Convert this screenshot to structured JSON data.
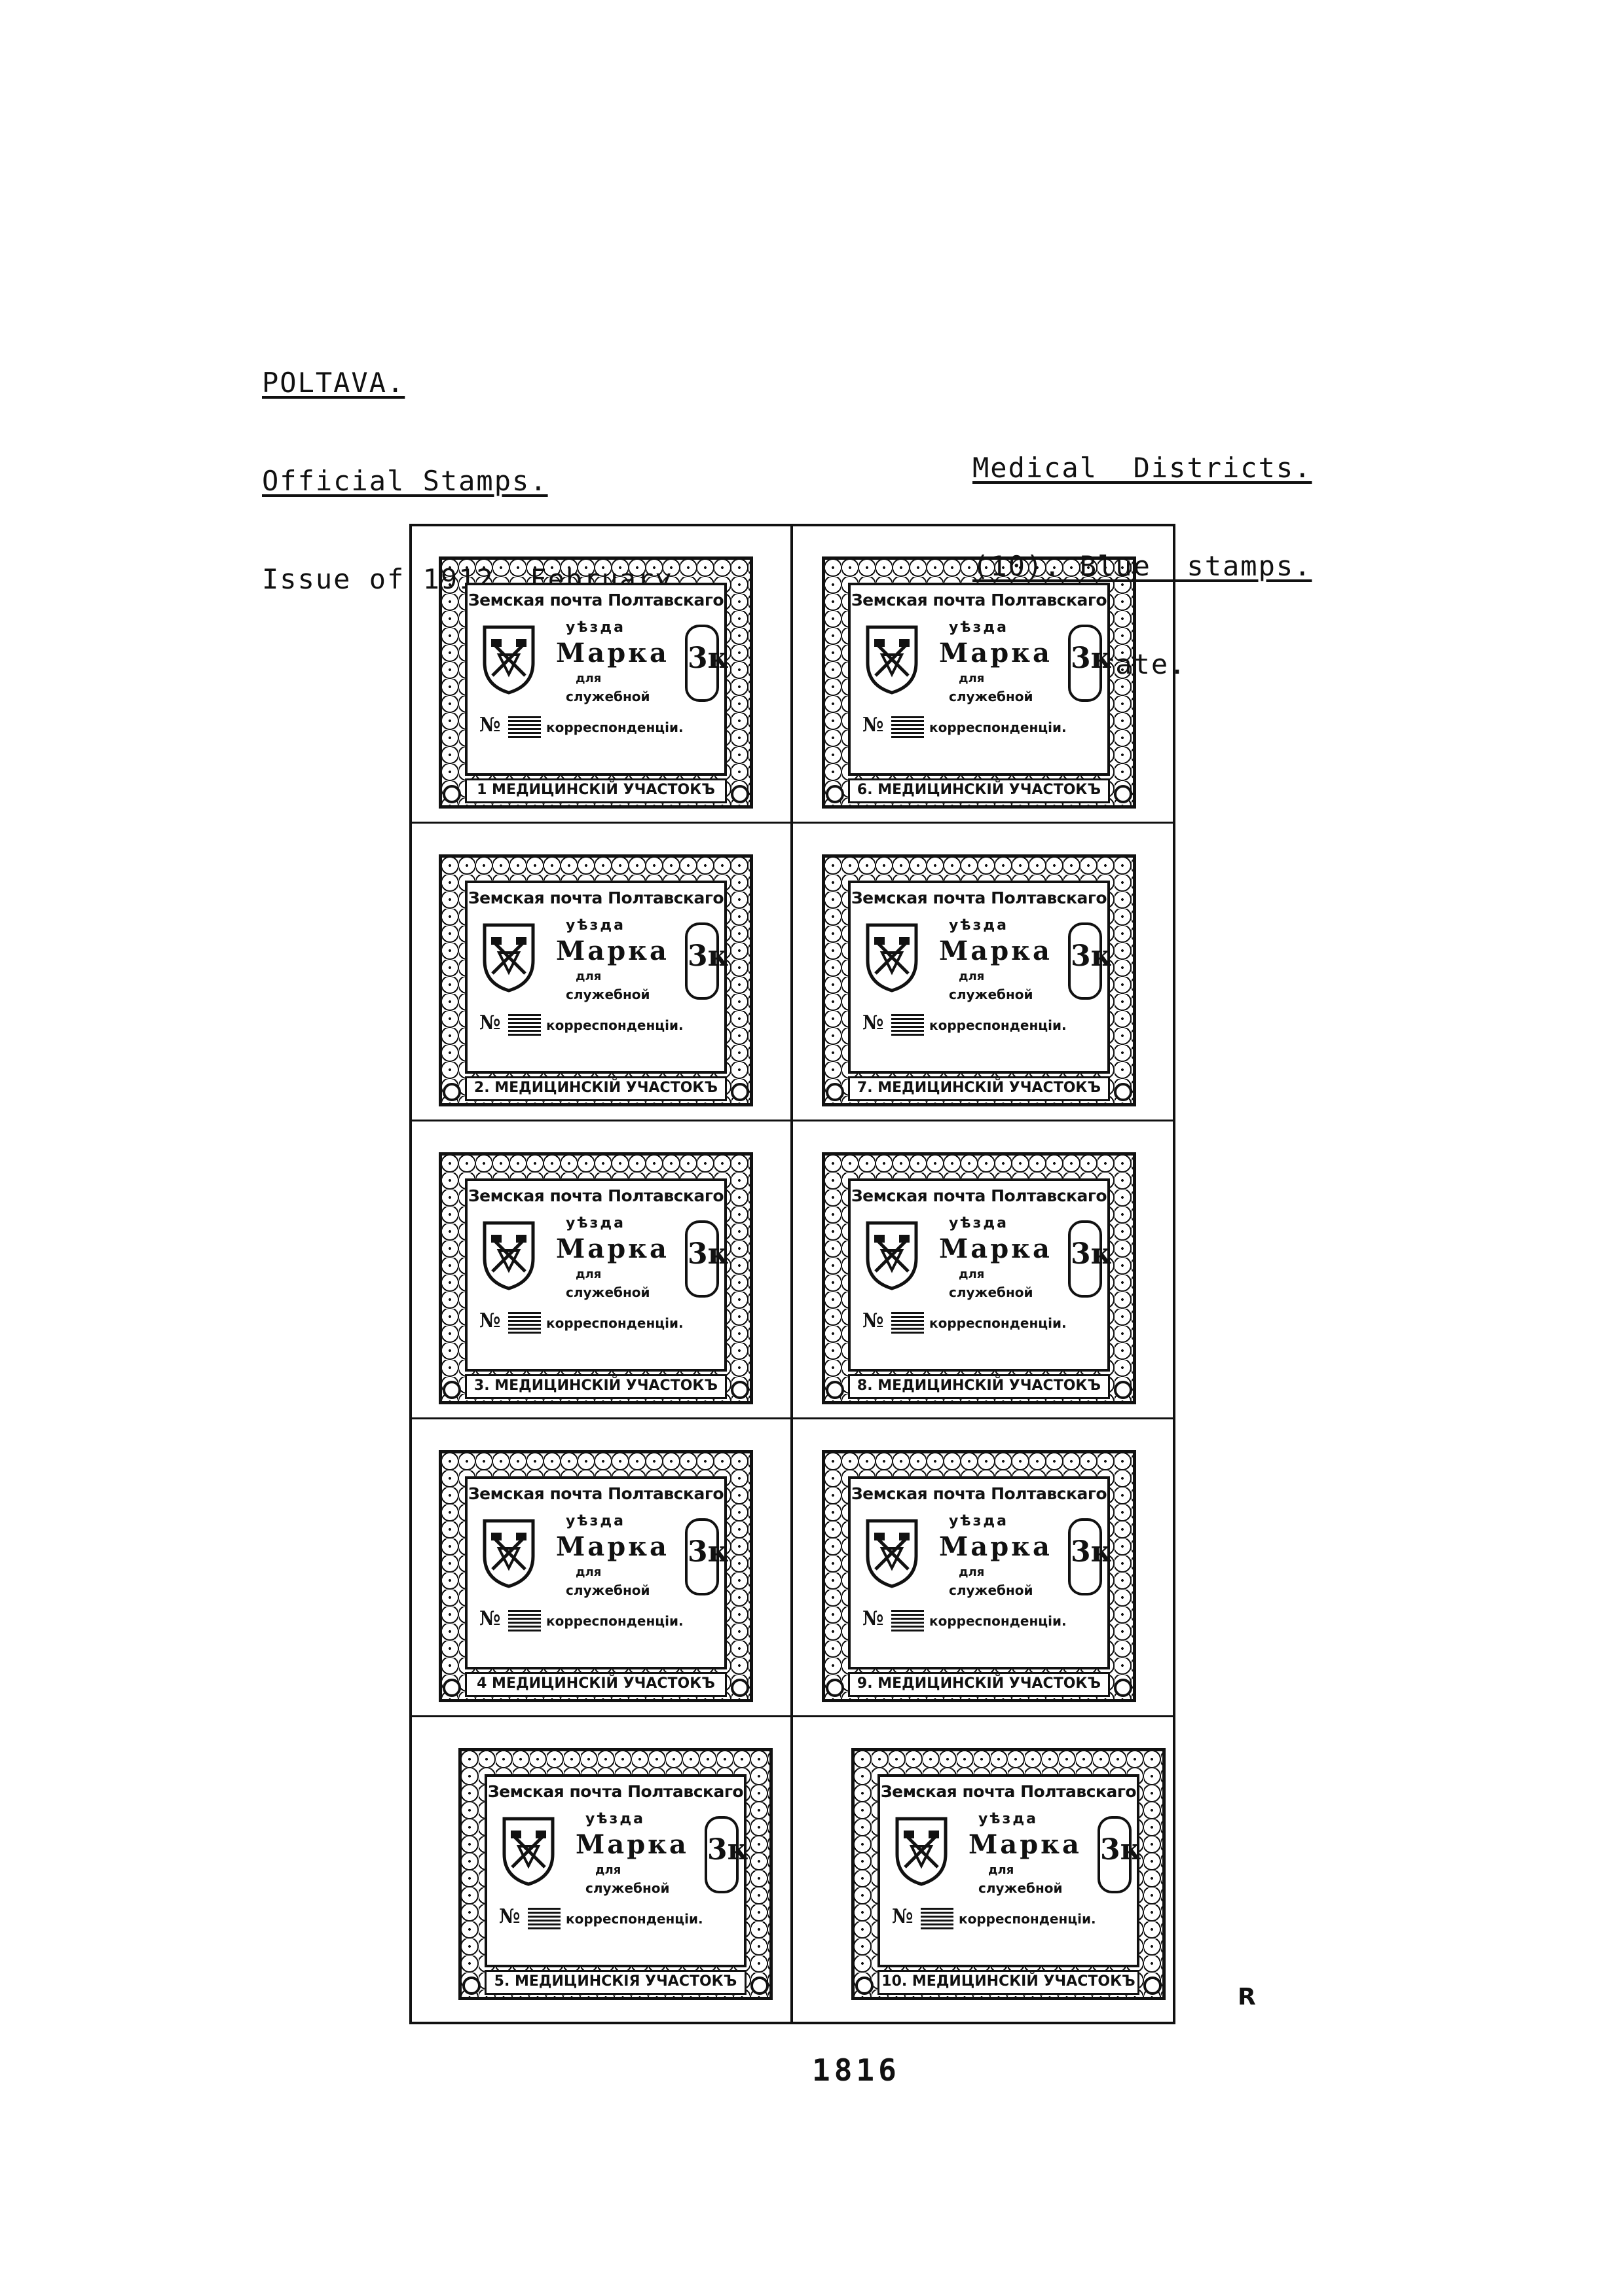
{
  "header_left": {
    "line1": "POLTAVA.",
    "line2": "Official Stamps.",
    "line3": "Issue of 1912, February."
  },
  "header_right": {
    "line1": "Medical  Districts.",
    "line2": "(10). Blue  stamps.",
    "line3": "Imperforate."
  },
  "stamp_common": {
    "top_line": "Земская почта Полтавскаго",
    "uezd": "уѣзда",
    "marka": "Марка",
    "dlya": "для",
    "sluzhebnoi": "служебной",
    "korrespondentsii": "корреспонденцiи.",
    "value": "3к",
    "no_sign": "№"
  },
  "stamps": [
    {
      "bottom": "1 МЕДИЦИНСКIЙ УЧАСТОКЪ"
    },
    {
      "bottom": "2. МЕДИЦИНСКIЙ УЧАСТОКЪ"
    },
    {
      "bottom": "3. МЕДИЦИНСКIЙ УЧАСТОКЪ"
    },
    {
      "bottom": "4 МЕДИЦИНСКIЙ УЧАСТОКЪ"
    },
    {
      "bottom": "5. МЕДИЦИНСКIЯ УЧАСТОКЪ"
    },
    {
      "bottom": "6. МЕДИЦИНСКIЙ УЧАСТОКЪ"
    },
    {
      "bottom": "7. МЕДИЦИНСКIЙ УЧАСТОКЪ"
    },
    {
      "bottom": "8. МЕДИЦИНСКIЙ УЧАСТОКЪ"
    },
    {
      "bottom": "9. МЕДИЦИНСКIЙ УЧАСТОКЪ"
    },
    {
      "bottom": "10. МЕДИЦИНСКIЙ УЧАСТОКЪ"
    }
  ],
  "page_number": "1816",
  "margin_mark": "R"
}
